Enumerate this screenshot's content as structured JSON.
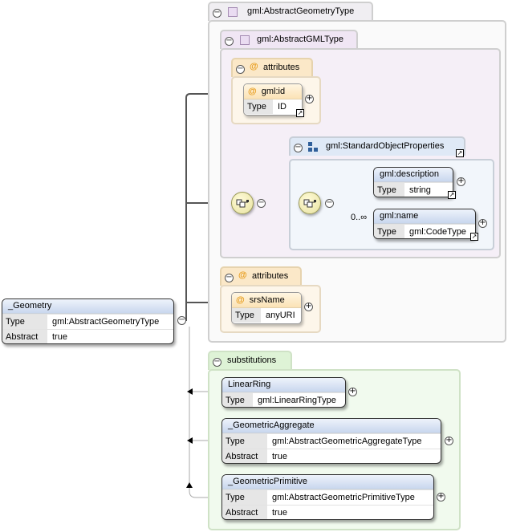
{
  "colors": {
    "accent_orange": "#e79b1a",
    "panel_purple": "#f5eff7",
    "panel_green": "#f1faee",
    "node_header_blue": "#c9d7ee"
  },
  "root": {
    "name": "_Geometry",
    "rows": [
      {
        "key": "Type",
        "value": "gml:AbstractGeometryType"
      },
      {
        "key": "Abstract",
        "value": "true"
      }
    ]
  },
  "abstract_geometry_type": {
    "title": "gml:AbstractGeometryType",
    "icon": "complex-type-icon"
  },
  "abstract_gml_type": {
    "title": "gml:AbstractGMLType",
    "icon": "complex-type-icon"
  },
  "attributes_label": "attributes",
  "attr_gml_id": {
    "name": "gml:id",
    "key": "Type",
    "value": "ID"
  },
  "standard_object_properties": {
    "title": "gml:StandardObjectProperties",
    "icon": "group-icon"
  },
  "description_node": {
    "name": "gml:description",
    "key": "Type",
    "value": "string"
  },
  "name_node": {
    "name": "gml:name",
    "key": "Type",
    "value": "gml:CodeType",
    "cardinality": "0..∞"
  },
  "attr_srs_name": {
    "name": "srsName",
    "key": "Type",
    "value": "anyURI"
  },
  "substitutions": {
    "label": "substitutions",
    "items": [
      {
        "name": "LinearRing",
        "rows": [
          {
            "key": "Type",
            "value": "gml:LinearRingType"
          }
        ]
      },
      {
        "name": "_GeometricAggregate",
        "rows": [
          {
            "key": "Type",
            "value": "gml:AbstractGeometricAggregateType"
          },
          {
            "key": "Abstract",
            "value": "true"
          }
        ]
      },
      {
        "name": "_GeometricPrimitive",
        "rows": [
          {
            "key": "Type",
            "value": "gml:AbstractGeometricPrimitiveType"
          },
          {
            "key": "Abstract",
            "value": "true"
          }
        ]
      }
    ]
  },
  "symbols": {
    "collapse": "−",
    "expand": "+",
    "attribute": "@",
    "link": "↗"
  }
}
